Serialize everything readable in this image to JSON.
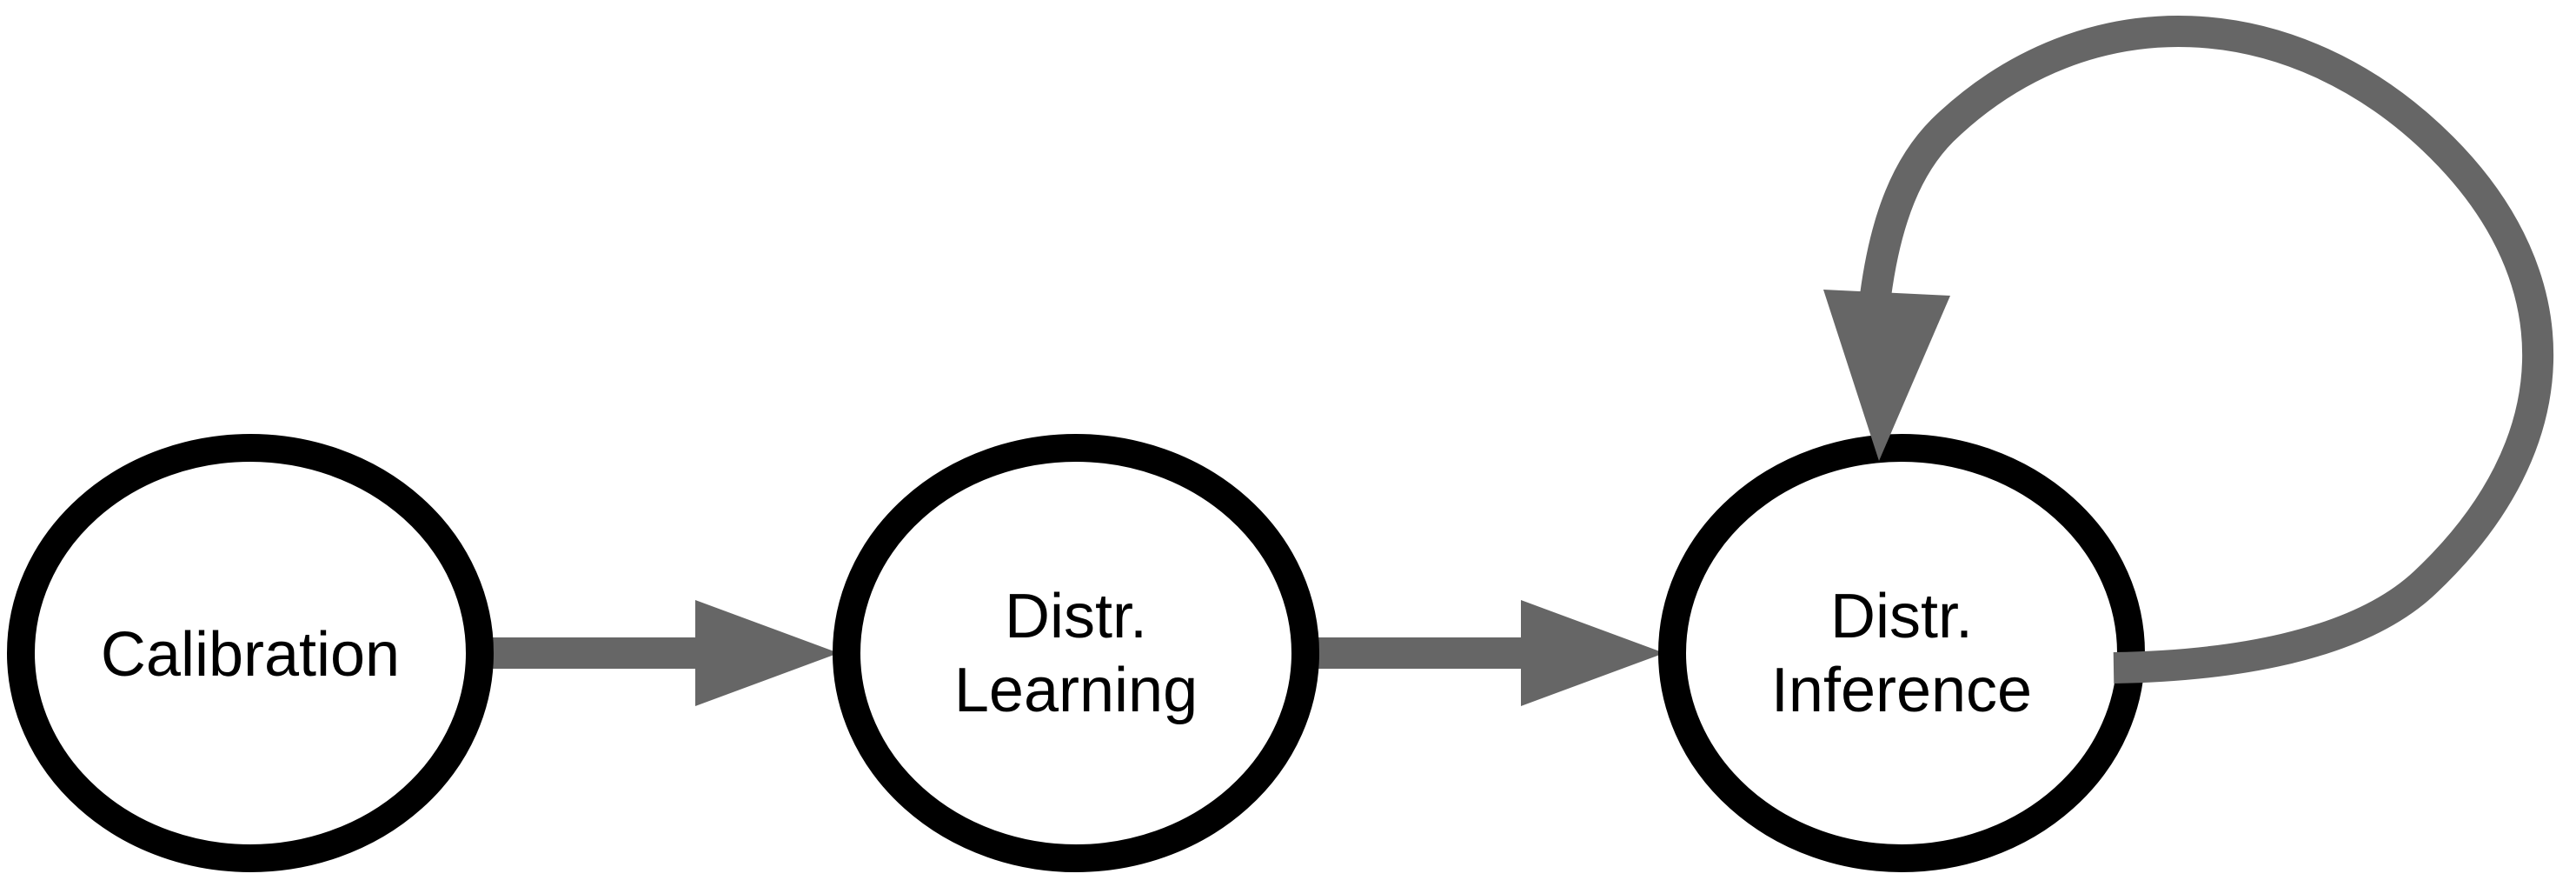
{
  "diagram": {
    "nodes": [
      {
        "id": "calibration",
        "lines": [
          "Calibration"
        ]
      },
      {
        "id": "distr-learning",
        "lines": [
          "Distr.",
          "Learning"
        ]
      },
      {
        "id": "distr-inference",
        "lines": [
          "Distr.",
          "Inference"
        ]
      }
    ],
    "edges": [
      {
        "from": "calibration",
        "to": "distr-learning"
      },
      {
        "from": "distr-learning",
        "to": "distr-inference"
      },
      {
        "from": "distr-inference",
        "to": "distr-inference"
      }
    ],
    "colors": {
      "node_border": "#000000",
      "node_fill": "#ffffff",
      "edge": "#666666",
      "text": "#000000"
    }
  }
}
